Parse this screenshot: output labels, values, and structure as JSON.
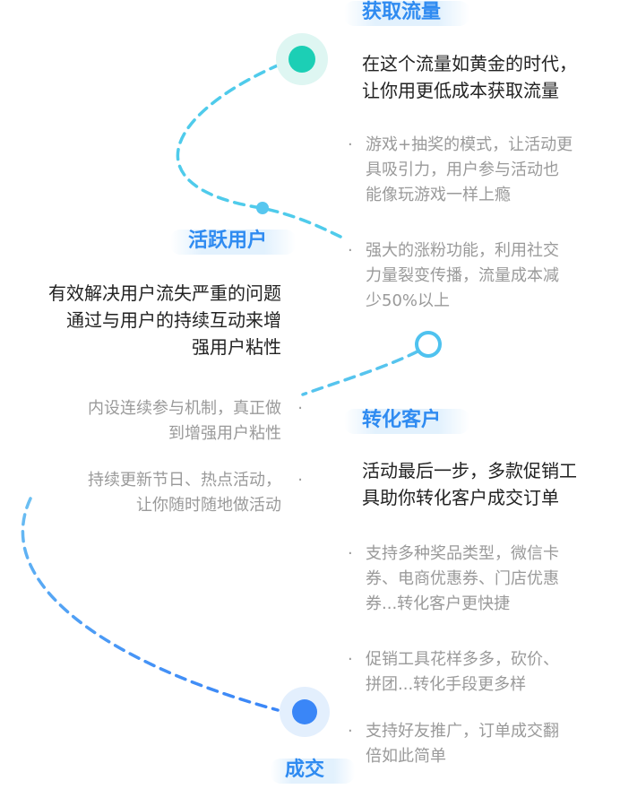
{
  "stages": [
    {
      "title": "获取流量",
      "lead": [
        "在这个流量如黄金的时代，",
        "让你用更低成本获取流量"
      ],
      "points": [
        [
          "游戏+抽奖的模式，让活动更",
          "具吸引力，用户参与活动也",
          "能像玩游戏一样上瘾"
        ],
        [
          "强大的涨粉功能，利用社交",
          "力量裂变传播，流量成本减",
          "少50%以上"
        ]
      ]
    },
    {
      "title": "活跃用户",
      "lead": [
        "有效解决用户流失严重的问题",
        "通过与用户的持续互动来增",
        "强用户粘性"
      ],
      "points": [
        [
          "内设连续参与机制，真正做",
          "到增强用户粘性"
        ],
        [
          "持续更新节日、热点活动，",
          "让你随时随地做活动"
        ]
      ]
    },
    {
      "title": "转化客户",
      "lead": [
        "活动最后一步，多款促销工",
        "具助你转化客户成交订单"
      ],
      "points": [
        [
          "支持多种奖品类型，微信卡",
          "券、电商优惠券、门店优惠",
          "券...转化客户更快捷"
        ],
        [
          "促销工具花样多多，砍价、",
          "拼团...转化手段更多样"
        ],
        [
          "支持好友推广，订单成交翻",
          "倍如此简单"
        ]
      ]
    },
    {
      "title": "成交"
    }
  ],
  "colors": {
    "heading": "#2f8bf1",
    "node_start": "#1ccfb5",
    "node_end": "#3a86f7",
    "path_top": "#44c8ea",
    "path_bottom": "#3a86f7"
  }
}
